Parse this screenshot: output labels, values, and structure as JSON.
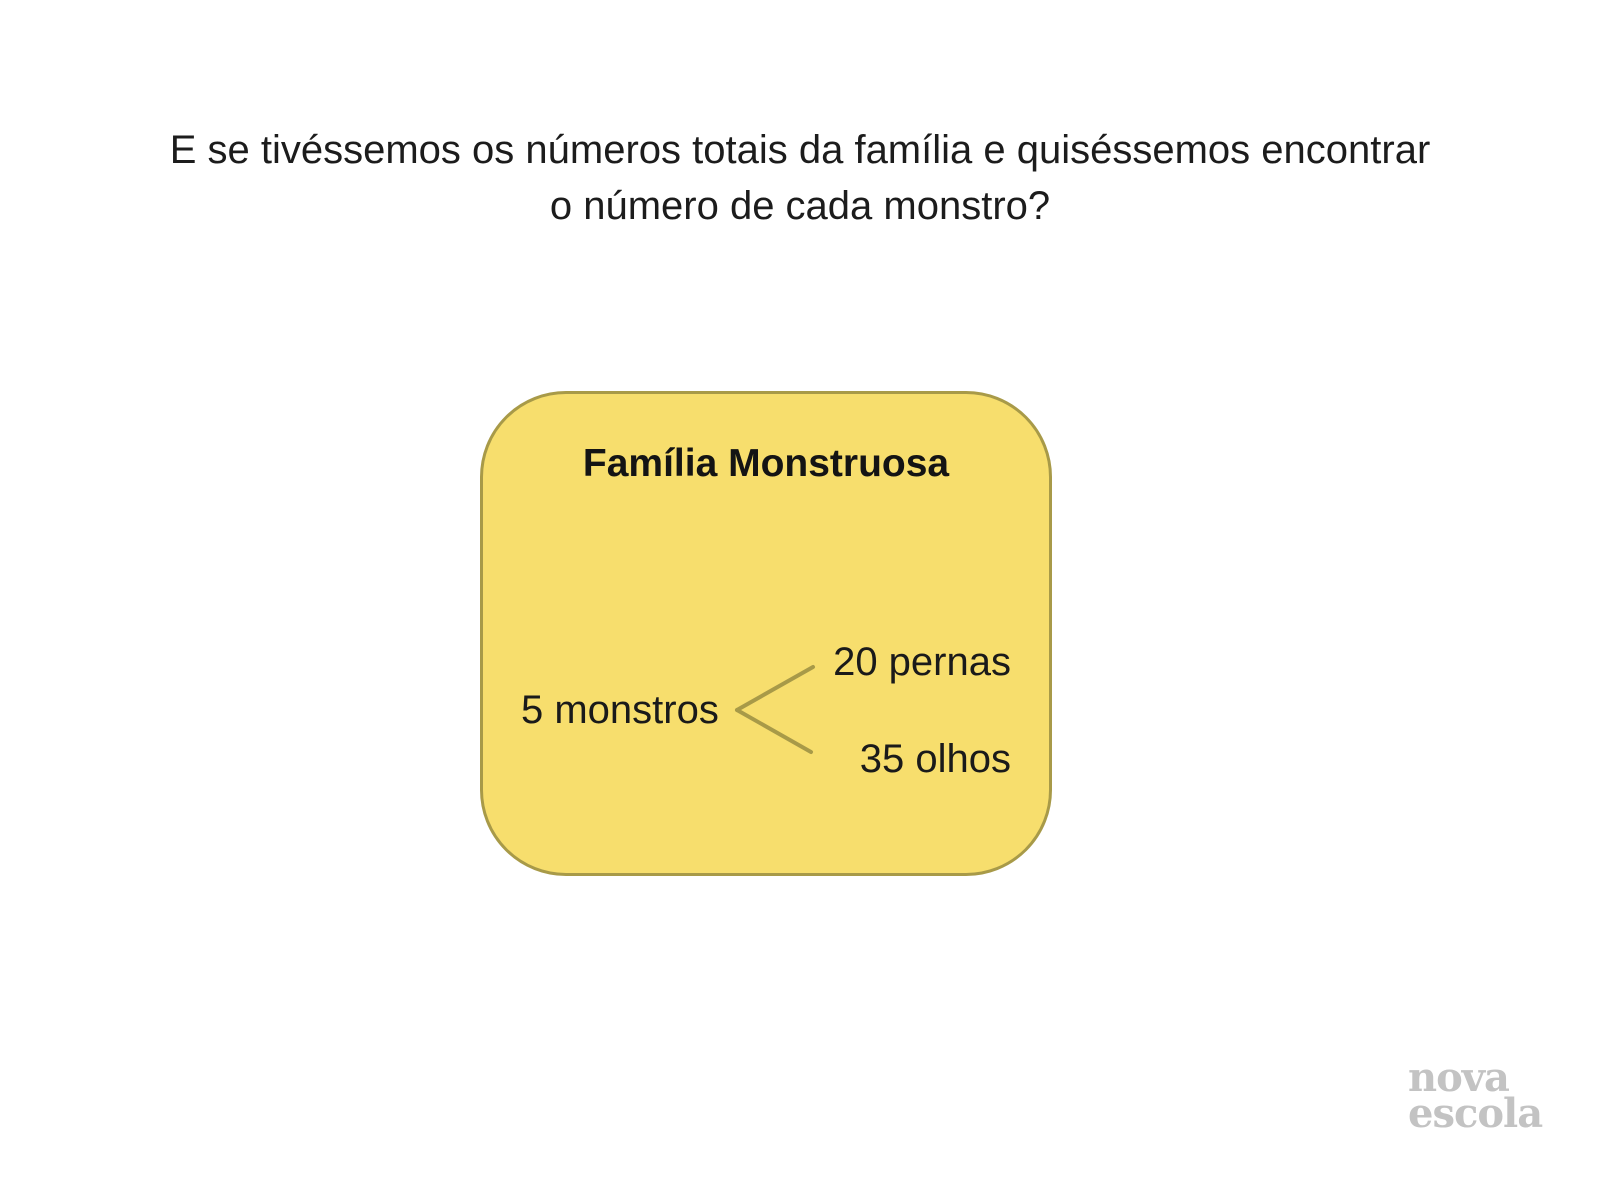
{
  "question": {
    "line1": "E se tivéssemos os números totais da família e quiséssemos encontrar",
    "line2": "o número de cada monstro?"
  },
  "card": {
    "title": "Família Monstruosa",
    "root_label": "5 monstros",
    "branches": [
      "20 pernas",
      "35 olhos"
    ],
    "fill_color": "#f7de6d",
    "border_color": "#a89a48"
  },
  "logo": {
    "line1": "nova",
    "line2": "escola"
  }
}
